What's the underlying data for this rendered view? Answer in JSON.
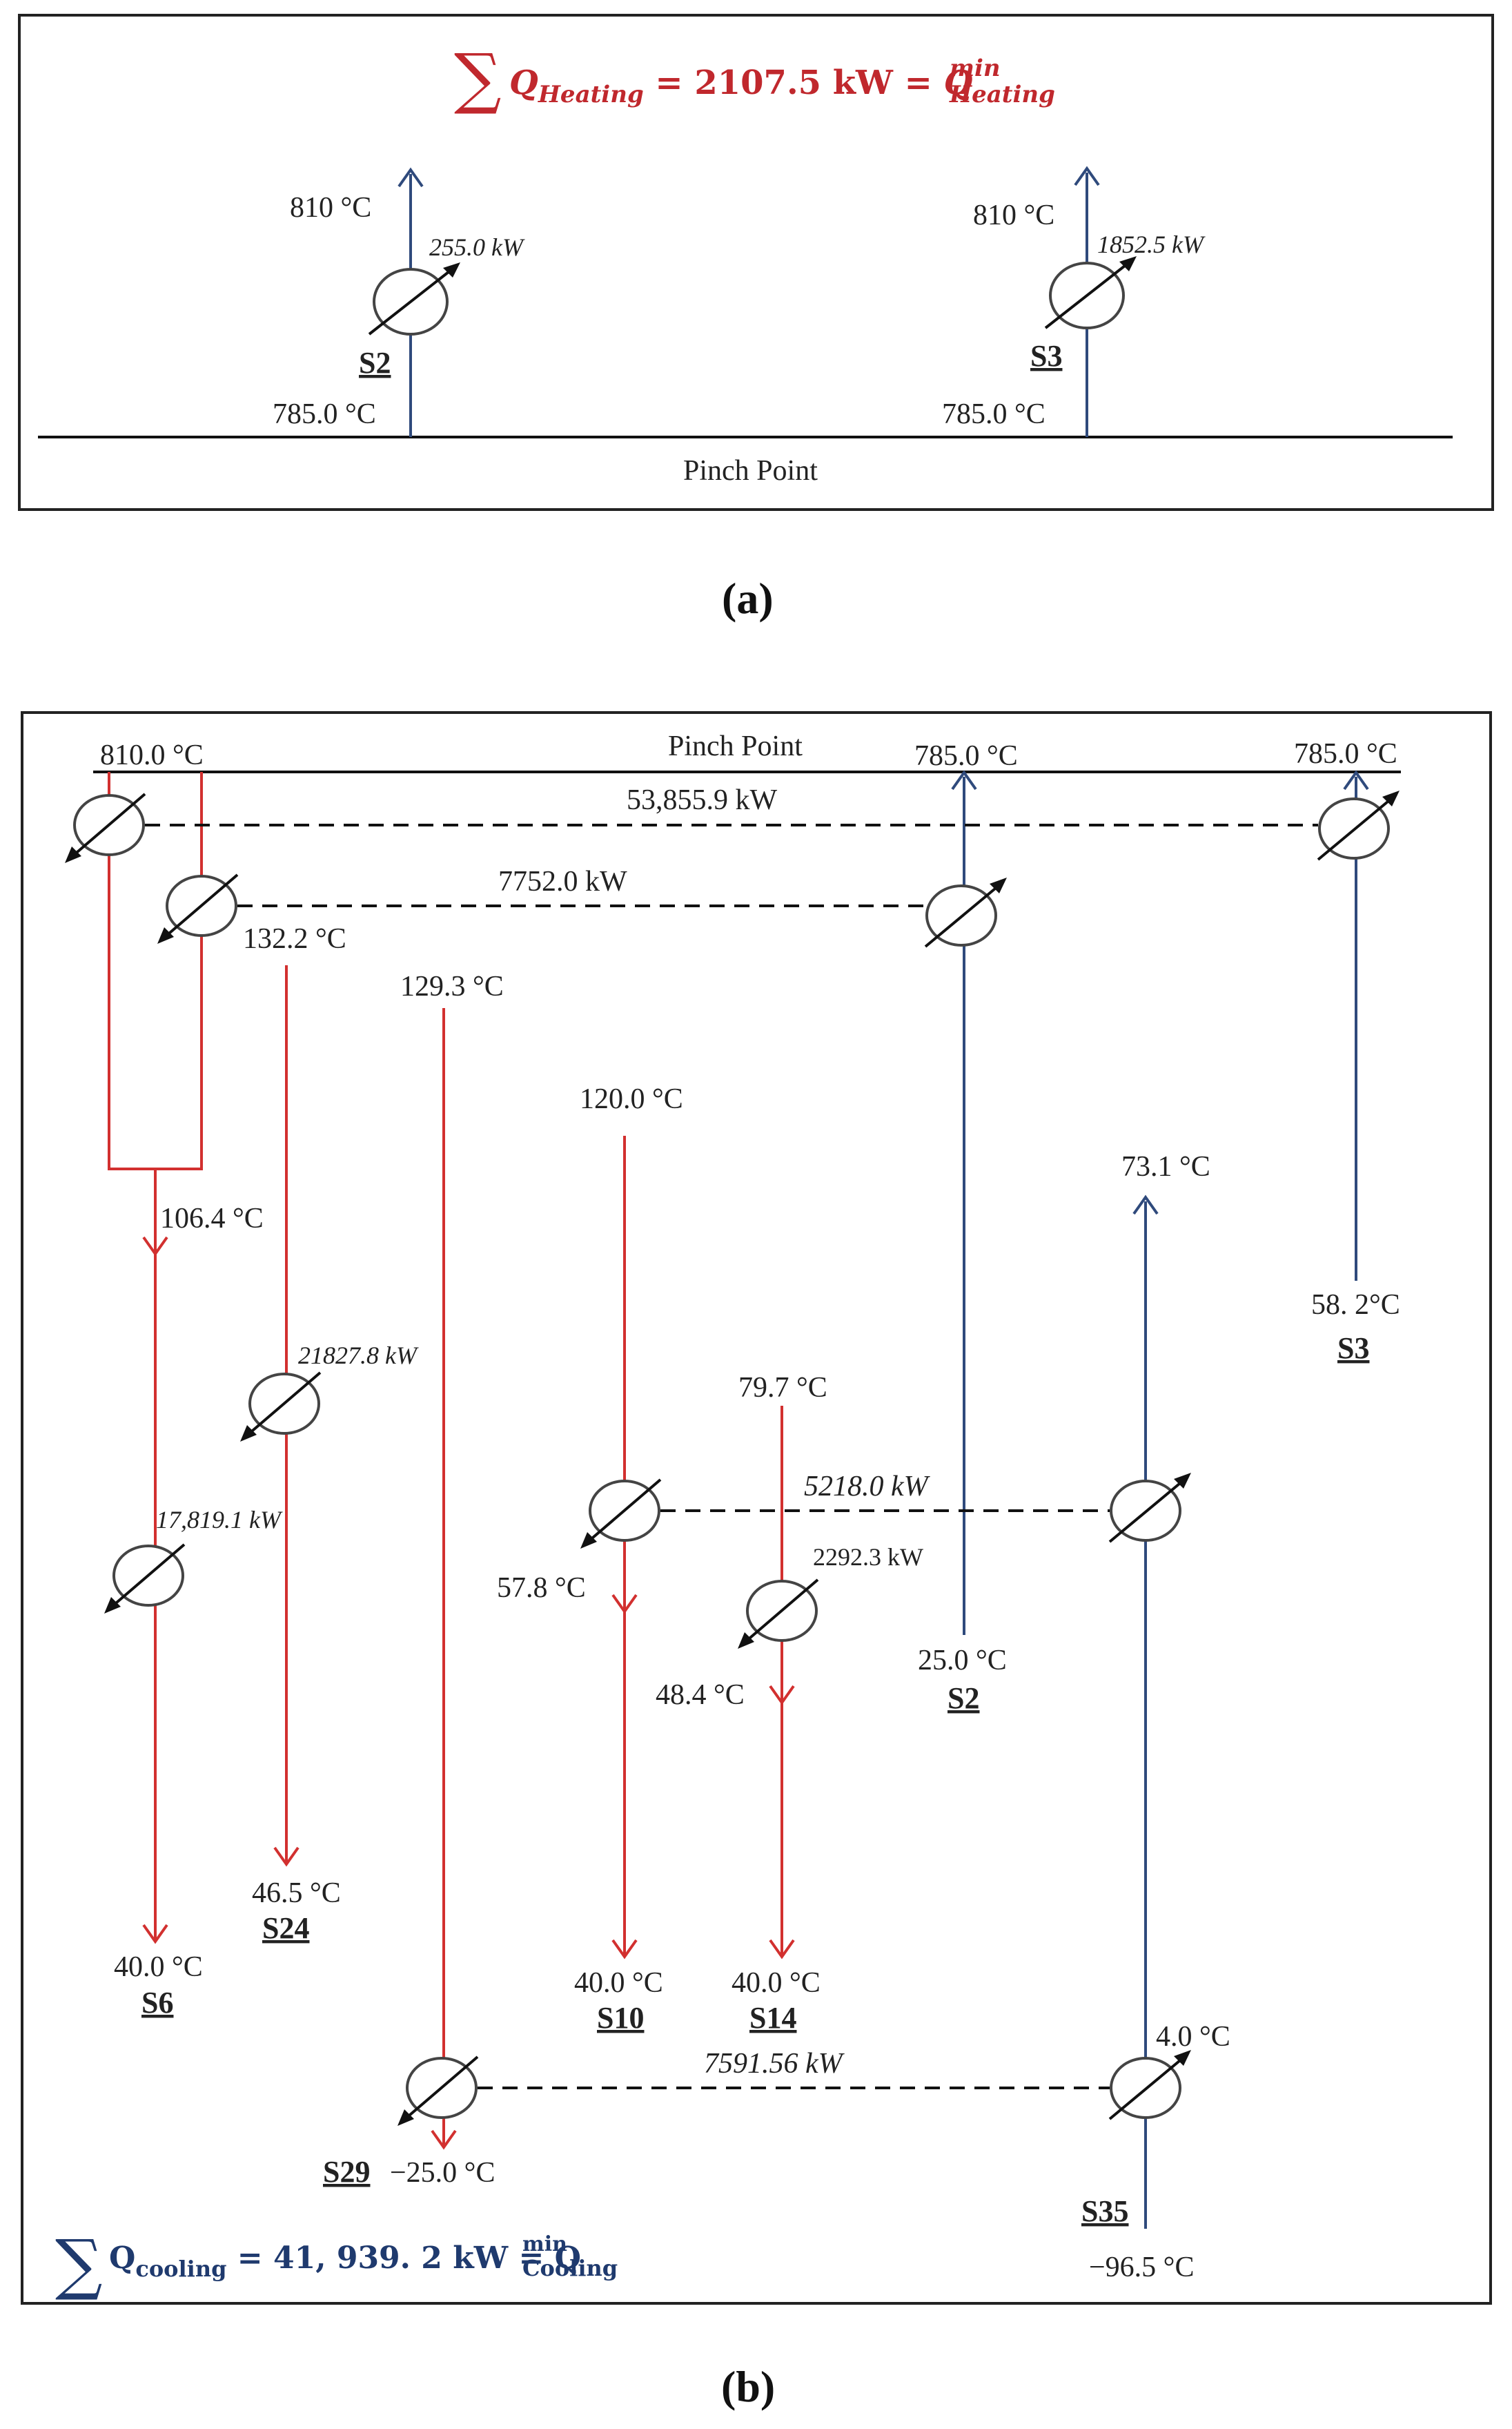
{
  "panel_a": {
    "caption": "(a)",
    "pinch_label": "Pinch Point",
    "equation": {
      "sum_symbol": "∑",
      "lhs": "Q",
      "lhs_sub": "Heating",
      "middle": " = 2107.5 kW = ",
      "rhs": "Q",
      "rhs_sup": "min",
      "rhs_sub": "Heating"
    },
    "streams": [
      {
        "id": "S2",
        "label": "S2",
        "t_in": "785.0 °C",
        "t_out": "810 °C",
        "duty": "255.0 kW"
      },
      {
        "id": "S3",
        "label": "S3",
        "t_in": "785.0 °C",
        "t_out": "810 °C",
        "duty": "1852.5 kW"
      }
    ]
  },
  "panel_b": {
    "caption": "(b)",
    "pinch_label": "Pinch Point",
    "pinch_temps": {
      "hot": "810.0 °C",
      "s2": "785.0 °C",
      "s3": "785.0 °C"
    },
    "exchange_duties": {
      "s6_s3": "53,855.9 kW",
      "s6_s2": "7752.0 kW",
      "s10_s35": "5218.0 kW",
      "s29_s35": "7591.56 kW"
    },
    "cooler_duties": {
      "s24": "21827.8 kW",
      "s6": "17,819.1 kW",
      "s14": "2292.3 kW"
    },
    "temps": {
      "s6_mid1": "132.2 °C",
      "s6_mid2": "106.4 °C",
      "s6_out": "40.0 °C",
      "s24_in": "129.3 °C",
      "s24_out": "46.5 °C",
      "s10_in": "120.0 °C",
      "s10_mid": "57.8 °C",
      "s10_out": "40.0 °C",
      "s14_in": "79.7 °C",
      "s14_mid": "48.4 °C",
      "s14_out": "40.0 °C",
      "s2_in": "25.0 °C",
      "s3_in": "58. 2°C",
      "s35_top": "73.1 °C",
      "s35_mid": "4.0 °C",
      "s35_in": "−96.5 °C",
      "s29_out": "−25.0 °C"
    },
    "labels": {
      "s6": "S6",
      "s24": "S24",
      "s10": "S10",
      "s14": "S14",
      "s2": "S2",
      "s3": "S3",
      "s29": "S29",
      "s35": "S35"
    },
    "equation": {
      "sum_symbol": "∑",
      "lhs": "Q",
      "lhs_sub": "cooling",
      "middle": " = 41, 939. 2 kW = ",
      "rhs": "Q",
      "rhs_sup": "min",
      "rhs_sub": "Cooling"
    }
  },
  "colors": {
    "hot": "#d2302f",
    "cold": "#2f4a7c",
    "heating_eq": "#c0282d",
    "cooling_eq": "#1f3a6e"
  }
}
